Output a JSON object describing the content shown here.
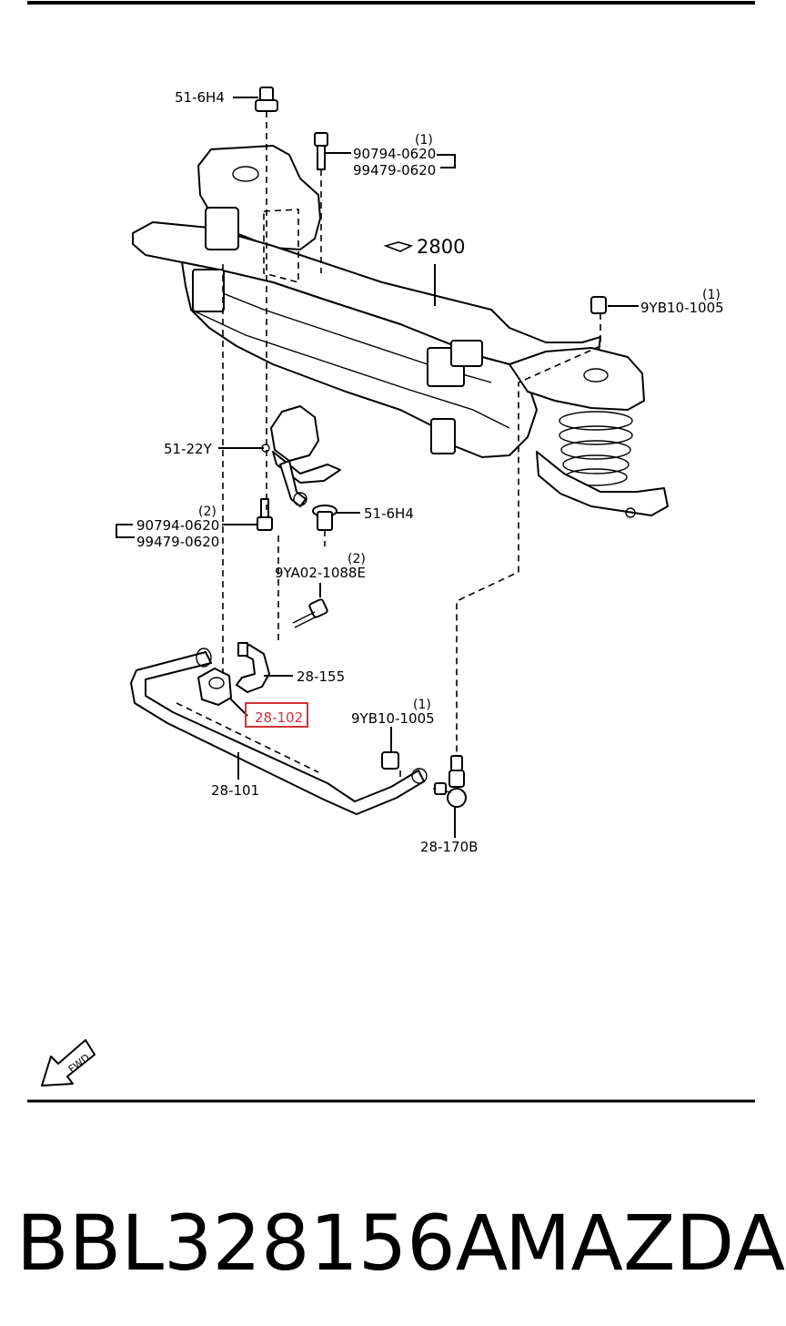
{
  "diagram": {
    "labels": {
      "nut_top": "51-6H4",
      "bolt_top_qty": "(1)",
      "bolt_top_a": "90794-0620",
      "bolt_top_b": "99479-0620",
      "crossmember_ref": "2800",
      "nut_right_qty": "(1)",
      "nut_right": "9YB10-1005",
      "bracket": "51-22Y",
      "nut_mid": "51-6H4",
      "bolt_left_qty": "(2)",
      "bolt_left_a": "90794-0620",
      "bolt_left_b": "99479-0620",
      "bolt_clamp_qty": "(2)",
      "bolt_clamp": "9YA02-1088E",
      "clamp": "28-155",
      "bushing": "28-102",
      "nut_link_qty": "(1)",
      "nut_link": "9YB10-1005",
      "stabilizer_bar": "28-101",
      "stabilizer_link": "28-170B",
      "fwd": "FWD"
    }
  },
  "footer": {
    "part_number": "BBL328156A",
    "brand": "MAZDA"
  },
  "colors": {
    "highlight": "#d0343a",
    "line": "#000000"
  }
}
